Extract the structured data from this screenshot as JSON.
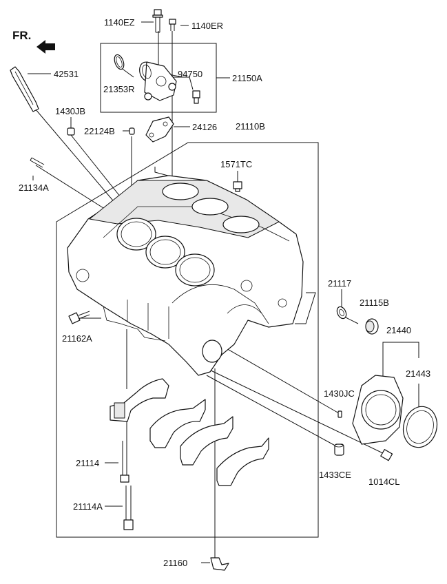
{
  "direction": {
    "label": "FR."
  },
  "labels": {
    "p1140EZ": "1140EZ",
    "p1140ER": "1140ER",
    "p42531": "42531",
    "p94750": "94750",
    "p21150A": "21150A",
    "p21353R": "21353R",
    "p1430JB": "1430JB",
    "p22124B": "22124B",
    "p24126": "24126",
    "p21110B": "21110B",
    "p1571TC": "1571TC",
    "p21134A": "21134A",
    "p21117": "21117",
    "p21115B": "21115B",
    "p21440": "21440",
    "p21443": "21443",
    "p21162A": "21162A",
    "p1430JC": "1430JC",
    "p21114": "21114",
    "p1433CE": "1433CE",
    "p1014CL": "1014CL",
    "p21114A": "21114A",
    "p21160": "21160"
  }
}
